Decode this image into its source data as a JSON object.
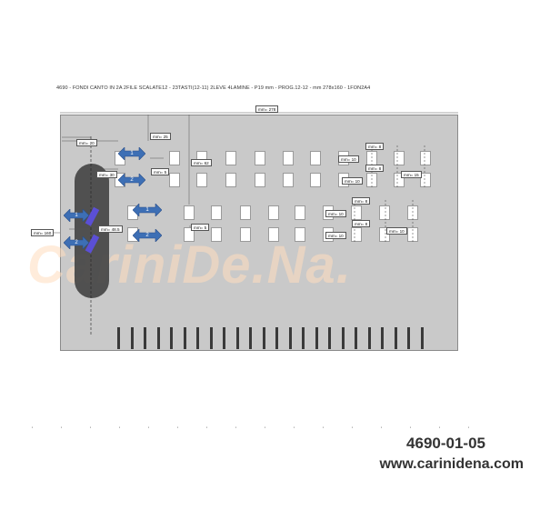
{
  "header": {
    "title": "4690 - FONDI CANTO IN 2A 2FILE SCALATE12 - 23TASTI(12-11) 2LEVE 4LAMINE - P19 mm - PROG.12-12 - mm 278x160 - 1FON2A4"
  },
  "dimensions": {
    "width": "mm= 278",
    "d25": "mm= 25",
    "d20": "mm= 20",
    "d30": "mm= 30",
    "d5a": "mm= 5",
    "d62": "mm= 62",
    "d10a": "mm= 10",
    "d10b": "mm= 10",
    "d8a": "mm= 8",
    "d8b": "mm= 8",
    "d15": "mm= 15",
    "d160": "mm= 160",
    "d485": "mm= 48.5",
    "d5b": "mm= 5",
    "d8c": "mm= 8",
    "d10c": "mm= 10",
    "d8d": "mm= 8",
    "d10d": "mm= 10",
    "d10e": "mm= 10"
  },
  "arrows": {
    "a1": "1",
    "a2": "2",
    "b1": "1",
    "b2": "2",
    "c1": "1",
    "c2": "2"
  },
  "footer": {
    "code": "4690-01-05",
    "url": "www.carinidena.com"
  },
  "watermark": {
    "text": "CariniDe.Na."
  },
  "colors": {
    "panel": "#c9c9c9",
    "arrow": "#3d6fb5",
    "lever": "#4a4a4a",
    "pad": "#5b4fd6"
  }
}
